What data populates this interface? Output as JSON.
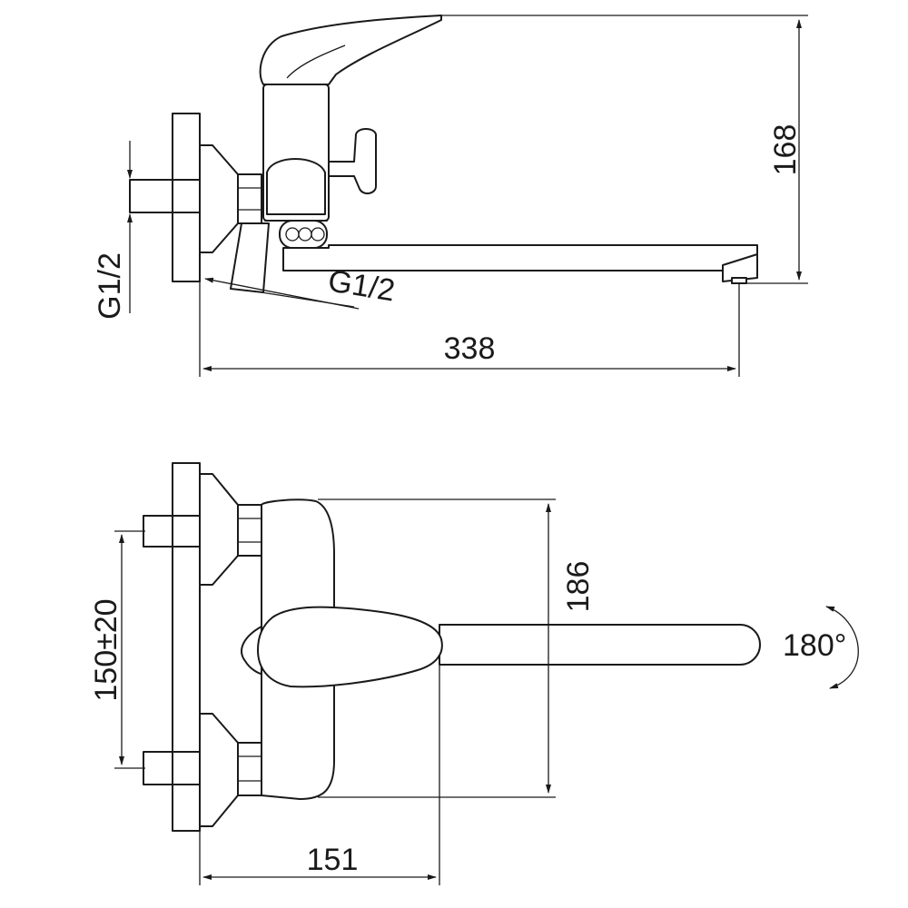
{
  "colors": {
    "line": "#1a1a1a",
    "background": "#ffffff"
  },
  "side_view": {
    "height_dim": "168",
    "length_dim": "338",
    "inlet_thread_vertical": "G1/2",
    "inlet_thread_diagonal": "G1/2"
  },
  "top_view": {
    "height_dim": "186",
    "spacing_dim": "150±20",
    "depth_dim": "151",
    "rotation_label": "180°"
  }
}
